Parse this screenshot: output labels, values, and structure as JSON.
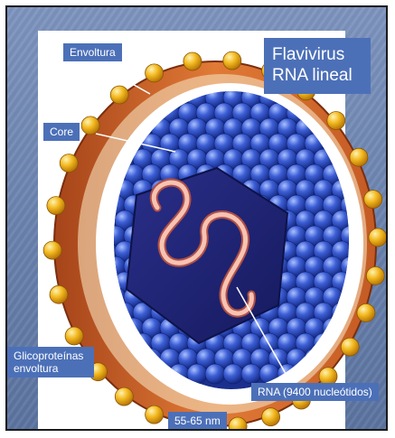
{
  "diagram": {
    "title_line1": "Flavivirus",
    "title_line2": "RNA lineal",
    "labels": {
      "envoltura": "Envoltura",
      "core": "Core",
      "glicoproteinas_line1": "Glicoproteínas",
      "glicoproteinas_line2": "envoltura",
      "rna": "RNA (9400 nucleótidos)",
      "size": "55-65 nm"
    },
    "colors": {
      "background": "#6f87b3",
      "label_box": "#4c70b8",
      "envelope": "#d9662a",
      "capsid": "#2c48b0",
      "glycoprotein": "#f2b81e",
      "rna": "#f4b8a8"
    }
  }
}
